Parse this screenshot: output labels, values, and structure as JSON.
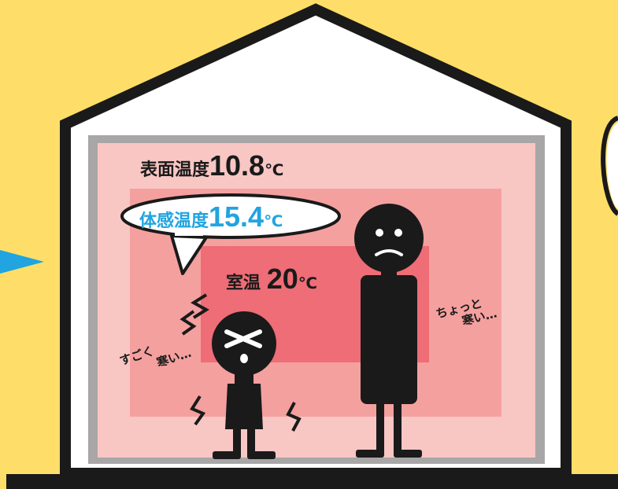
{
  "labels": {
    "surface": {
      "text": "表面温度",
      "value": "10.8",
      "unit": "℃"
    },
    "felt": {
      "text": "体感温度",
      "value": "15.4",
      "unit": "℃"
    },
    "room": {
      "text": "室温",
      "value": "20",
      "unit": "℃"
    }
  },
  "speech": {
    "child": {
      "line1": "すごく",
      "line2": "寒い…"
    },
    "adult": {
      "line1": "ちょっと",
      "line2": "寒い…"
    }
  },
  "colors": {
    "background": "#fede68",
    "house_outline": "#1a1a1a",
    "wall_gray": "#a8a6a6",
    "zone_surface": "#f8c6c3",
    "zone_felt": "#f4a09f",
    "zone_room": "#ef6d76",
    "felt_text": "#21a4df",
    "arrow": "#21a4df"
  },
  "icons": [
    "arrow-right-icon",
    "shiver-mark-icon",
    "x-eyes-face-icon",
    "worried-face-icon"
  ]
}
